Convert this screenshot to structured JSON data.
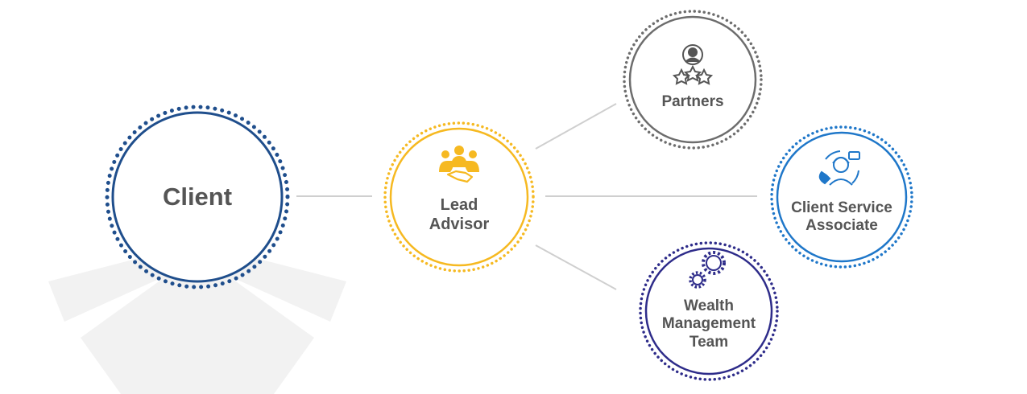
{
  "nodes": {
    "client": {
      "label": "Client",
      "color": "#1f4e8c"
    },
    "lead_advisor": {
      "label_line1": "Lead",
      "label_line2": "Advisor",
      "color": "#f6b921",
      "icon": "team-handshake-icon"
    },
    "partners": {
      "label": "Partners",
      "color": "#6d6d6d",
      "icon": "person-rating-stars-icon"
    },
    "client_service_associate": {
      "label_line1": "Client Service",
      "label_line2": "Associate",
      "color": "#1f77c9",
      "icon": "support-agent-headset-icon"
    },
    "wealth_management_team": {
      "label_line1": "Wealth",
      "label_line2": "Management",
      "label_line3": "Team",
      "color": "#2e2c8a",
      "icon": "gears-icon"
    }
  },
  "text_color": "#555555",
  "connector_color": "#cfcfcf",
  "watermark_color": "#f2f2f2"
}
